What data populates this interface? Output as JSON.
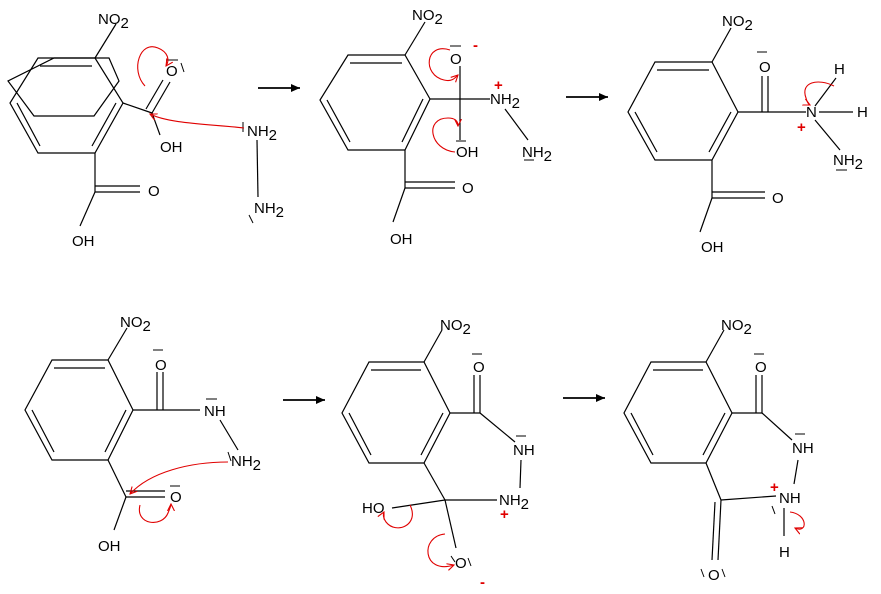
{
  "labels": {
    "no2": "NO",
    "no2_sub": "2",
    "oh": "OH",
    "ho": "HO",
    "o": "O",
    "nh": "NH",
    "nh2": "NH",
    "nh2_sub": "2",
    "n": "N",
    "h": "H",
    "minus": "-",
    "plus": "+"
  },
  "colors": {
    "bond": "#000000",
    "electron_arrow": "#e00000",
    "charge": "#e00000"
  },
  "steps": [
    {
      "id": "step-1-reactants"
    },
    {
      "id": "step-2-tetrahedral-intermediate"
    },
    {
      "id": "step-3-amide-cation"
    },
    {
      "id": "step-4-hydrazide"
    },
    {
      "id": "step-5-cyclic-intermediate"
    },
    {
      "id": "step-6-cyclized-cation"
    }
  ]
}
